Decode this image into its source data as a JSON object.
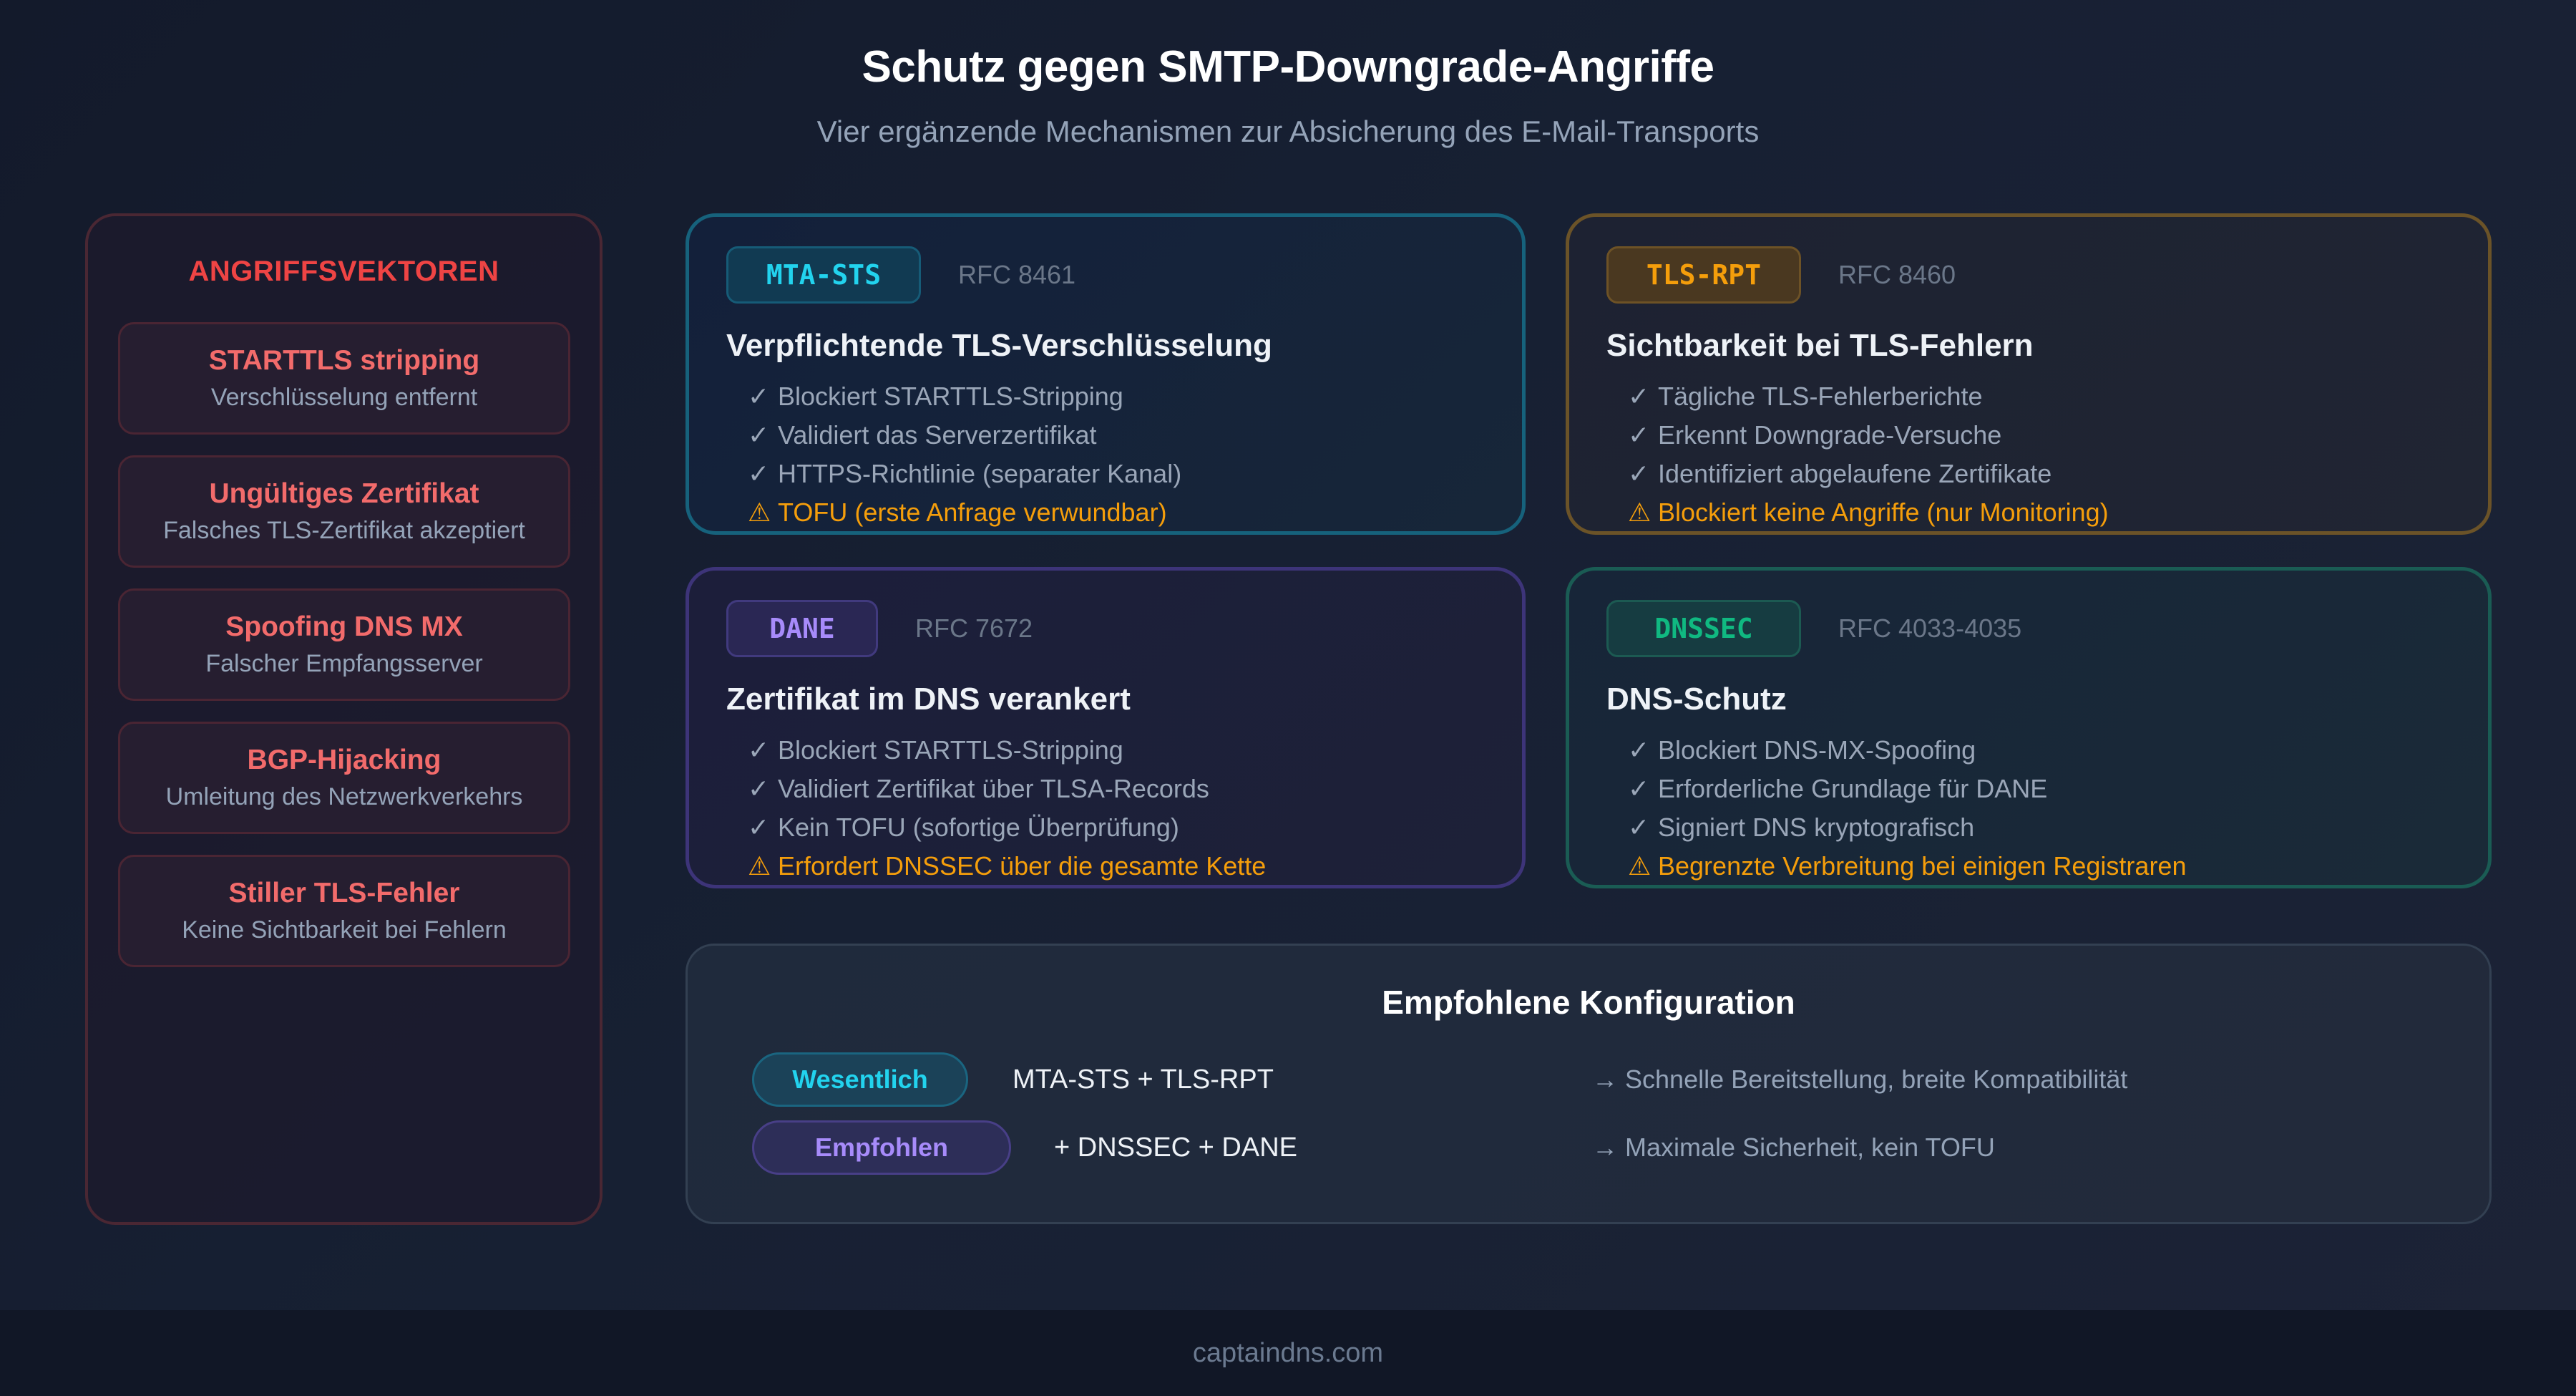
{
  "header": {
    "title": "Schutz gegen SMTP-Downgrade-Angriffe",
    "subtitle": "Vier ergänzende Mechanismen zur Absicherung des E-Mail-Transports"
  },
  "attack_vectors": {
    "heading": "ANGRIFFSVEKTOREN",
    "items": [
      {
        "name": "STARTTLS stripping",
        "description": "Verschlüsselung entfernt"
      },
      {
        "name": "Ungültiges Zertifikat",
        "description": "Falsches TLS-Zertifikat akzeptiert"
      },
      {
        "name": "Spoofing DNS MX",
        "description": "Falscher Empfangsserver"
      },
      {
        "name": "BGP-Hijacking",
        "description": "Umleitung des Netzwerkverkehrs"
      },
      {
        "name": "Stiller TLS-Fehler",
        "description": "Keine Sichtbarkeit bei Fehlern"
      }
    ]
  },
  "icons": {
    "check": "✓",
    "warning": "⚠",
    "arrow": "→"
  },
  "mechanisms": {
    "mta_sts": {
      "badge": "MTA-STS",
      "rfc": "RFC 8461",
      "title": "Verpflichtende TLS-Verschlüsselung",
      "benefits": [
        "Blockiert STARTTLS-Stripping",
        "Validiert das Serverzertifikat",
        "HTTPS-Richtlinie (separater Kanal)"
      ],
      "warning": "TOFU (erste Anfrage verwundbar)",
      "color": "#22d3ee"
    },
    "tls_rpt": {
      "badge": "TLS-RPT",
      "rfc": "RFC 8460",
      "title": "Sichtbarkeit bei TLS-Fehlern",
      "benefits": [
        "Tägliche TLS-Fehlerberichte",
        "Erkennt Downgrade-Versuche",
        "Identifiziert abgelaufene Zertifikate"
      ],
      "warning": "Blockiert keine Angriffe (nur Monitoring)",
      "color": "#f59e0b"
    },
    "dane": {
      "badge": "DANE",
      "rfc": "RFC 7672",
      "title": "Zertifikat im DNS verankert",
      "benefits": [
        "Blockiert STARTTLS-Stripping",
        "Validiert Zertifikat über TLSA-Records",
        "Kein TOFU (sofortige Überprüfung)"
      ],
      "warning": "Erfordert DNSSEC über die gesamte Kette",
      "color": "#a78bfa"
    },
    "dnssec": {
      "badge": "DNSSEC",
      "rfc": "RFC 4033-4035",
      "title": "DNS-Schutz",
      "benefits": [
        "Blockiert DNS-MX-Spoofing",
        "Erforderliche Grundlage für DANE",
        "Signiert DNS kryptografisch"
      ],
      "warning": "Begrenzte Verbreitung bei einigen Registraren",
      "color": "#10b981"
    }
  },
  "config": {
    "title": "Empfohlene Konfiguration",
    "rows": [
      {
        "level": "Wesentlich",
        "combo": "MTA-STS + TLS-RPT",
        "note": "Schnelle Bereitstellung, breite Kompatibilität"
      },
      {
        "level": "Empfohlen",
        "combo": "+ DNSSEC + DANE",
        "note": "Maximale Sicherheit, kein TOFU"
      }
    ]
  },
  "footer": {
    "text": "captaindns.com"
  }
}
